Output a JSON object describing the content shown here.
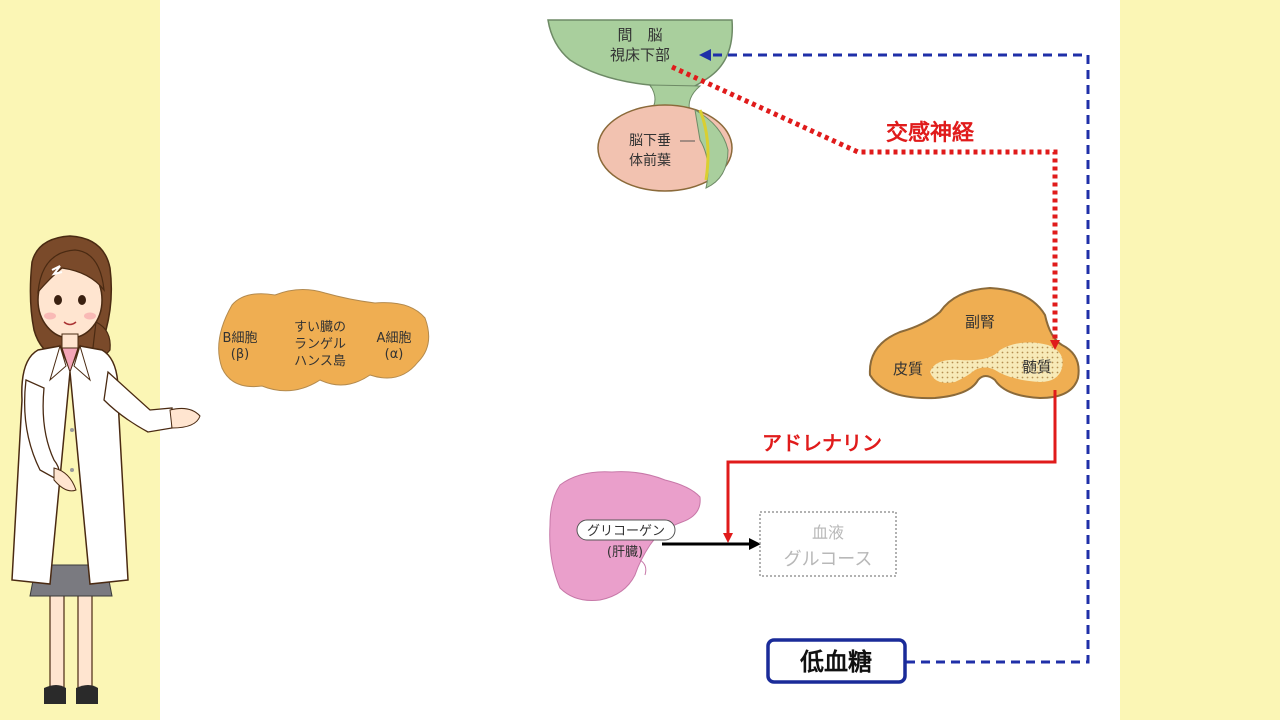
{
  "colors": {
    "side_panel": "#FBF6B5",
    "sympathetic_arrow": "#E01B1B",
    "feedback_arrow": "#1F2FA8",
    "organ_orange": "#EFAE52",
    "organ_outline": "#8B6A3A",
    "medulla": "#F7EAB8",
    "brain_green": "#A9CF9D",
    "pituitary_pink": "#F2C2B0",
    "liver_pink": "#EA9FCB",
    "low_sugar_border": "#1A2B99"
  },
  "brain": {
    "label_line1": "間　脳",
    "label_line2": "視床下部",
    "pituitary_line1": "脳下垂",
    "pituitary_line2": "体前葉"
  },
  "pancreas": {
    "b_cell_line1": "B細胞",
    "b_cell_line2": "(β)",
    "islet_line1": "すい臓の",
    "islet_line2": "ランゲル",
    "islet_line3": "ハンス島",
    "a_cell_line1": "A細胞",
    "a_cell_line2": "(α)"
  },
  "adrenal": {
    "title": "副腎",
    "cortex": "皮質",
    "medulla": "髄質"
  },
  "liver": {
    "glycogen": "グリコーゲン",
    "liver_label": "(肝臓)"
  },
  "glucose_box": {
    "line1": "血液",
    "line2": "グルコース"
  },
  "labels": {
    "sympathetic": "交感神経",
    "adrenaline": "アドレナリン",
    "low_blood_sugar": "低血糖"
  },
  "icons": {
    "presenter": "doctor-presenter-icon"
  }
}
